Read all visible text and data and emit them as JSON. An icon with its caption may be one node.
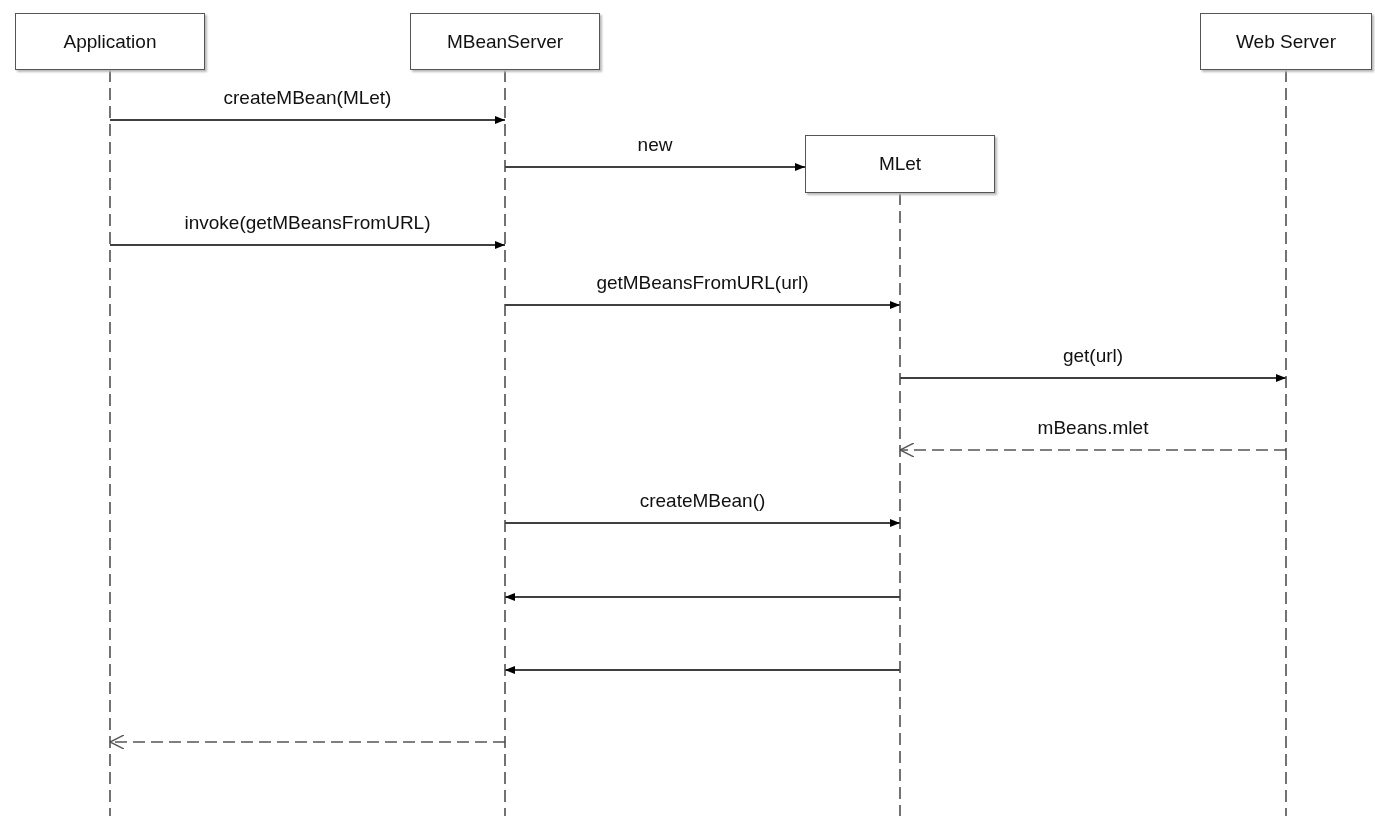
{
  "diagram": {
    "nodes": [
      {
        "text": [
          "Application"
        ]
      },
      {
        "text": [
          "MBeanServer"
        ]
      },
      {
        "text": [
          "MLet"
        ]
      },
      {
        "text": [
          "Web Server"
        ]
      }
    ],
    "edges": [
      {
        "from": 0,
        "to": 1,
        "arrow": "to",
        "label": "createMBean(MLet)"
      },
      {
        "from": 1,
        "to": 2,
        "arrow": "to",
        "label": "new"
      },
      {
        "from": 0,
        "to": 1,
        "arrow": "to",
        "label": "invoke(getMBeansFromURL)"
      },
      {
        "from": 1,
        "to": 2,
        "arrow": "to",
        "label": "getMBeansFromURL(url)"
      },
      {
        "from": 2,
        "to": 3,
        "arrow": "to",
        "label": "get(url)"
      },
      {
        "from": 3,
        "to": 2,
        "arrow": "to",
        "label": "mBeans.mlet",
        "style": "dashed"
      },
      {
        "from": 1,
        "to": 2,
        "arrow": "to",
        "label": "createMBean()"
      },
      {
        "from": 2,
        "to": 1,
        "arrow": "to"
      },
      {
        "from": 2,
        "to": 1,
        "arrow": "to"
      },
      {
        "from": 1,
        "to": 0,
        "arrow": "to",
        "style": "dashed"
      }
    ]
  }
}
